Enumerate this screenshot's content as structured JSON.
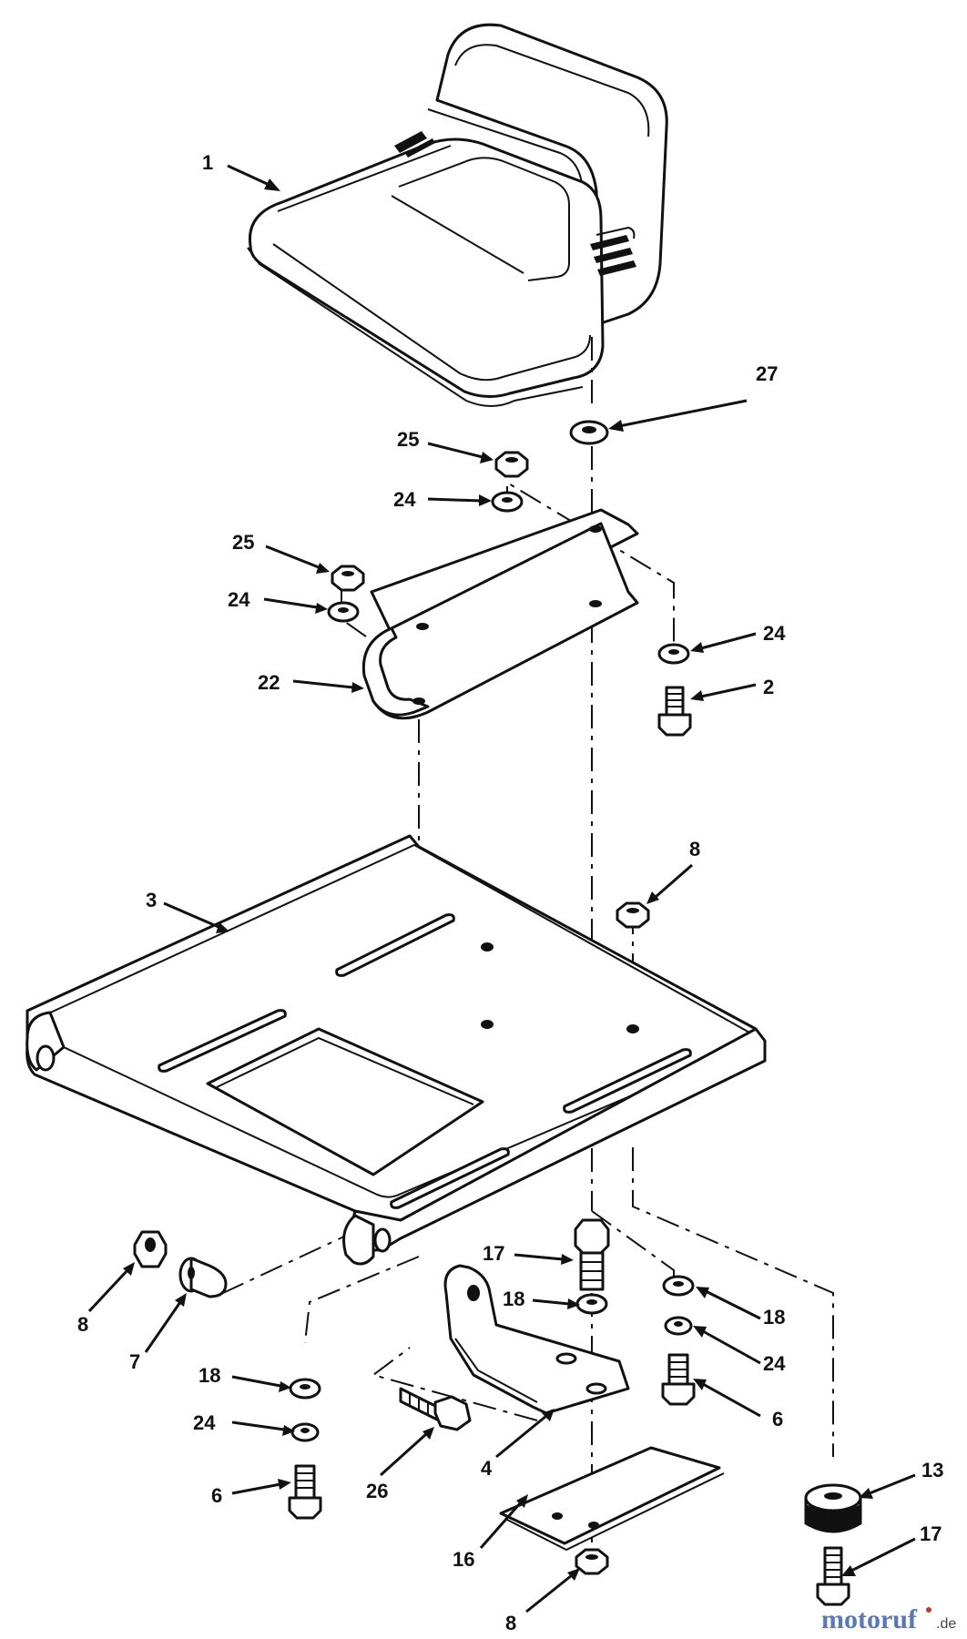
{
  "callouts": [
    {
      "id": "1",
      "text": "1"
    },
    {
      "id": "27",
      "text": "27"
    },
    {
      "id": "25a",
      "text": "25"
    },
    {
      "id": "24a",
      "text": "24"
    },
    {
      "id": "25b",
      "text": "25"
    },
    {
      "id": "24b",
      "text": "24"
    },
    {
      "id": "22",
      "text": "22"
    },
    {
      "id": "24c",
      "text": "24"
    },
    {
      "id": "2",
      "text": "2"
    },
    {
      "id": "8a",
      "text": "8"
    },
    {
      "id": "3",
      "text": "3"
    },
    {
      "id": "8b",
      "text": "8"
    },
    {
      "id": "7",
      "text": "7"
    },
    {
      "id": "17a",
      "text": "17"
    },
    {
      "id": "18a",
      "text": "18"
    },
    {
      "id": "18b",
      "text": "18"
    },
    {
      "id": "24d",
      "text": "24"
    },
    {
      "id": "6a",
      "text": "6"
    },
    {
      "id": "18c",
      "text": "18"
    },
    {
      "id": "24e",
      "text": "24"
    },
    {
      "id": "6b",
      "text": "6"
    },
    {
      "id": "26",
      "text": "26"
    },
    {
      "id": "4",
      "text": "4"
    },
    {
      "id": "13",
      "text": "13"
    },
    {
      "id": "16",
      "text": "16"
    },
    {
      "id": "8c",
      "text": "8"
    },
    {
      "id": "17b",
      "text": "17"
    }
  ],
  "watermark": {
    "brand": "motoruf",
    "suffix": ".de"
  },
  "colors": {
    "ink": "#111111",
    "background": "#ffffff",
    "watermark_blue": "#5a78b4",
    "watermark_red": "#c0392b"
  }
}
